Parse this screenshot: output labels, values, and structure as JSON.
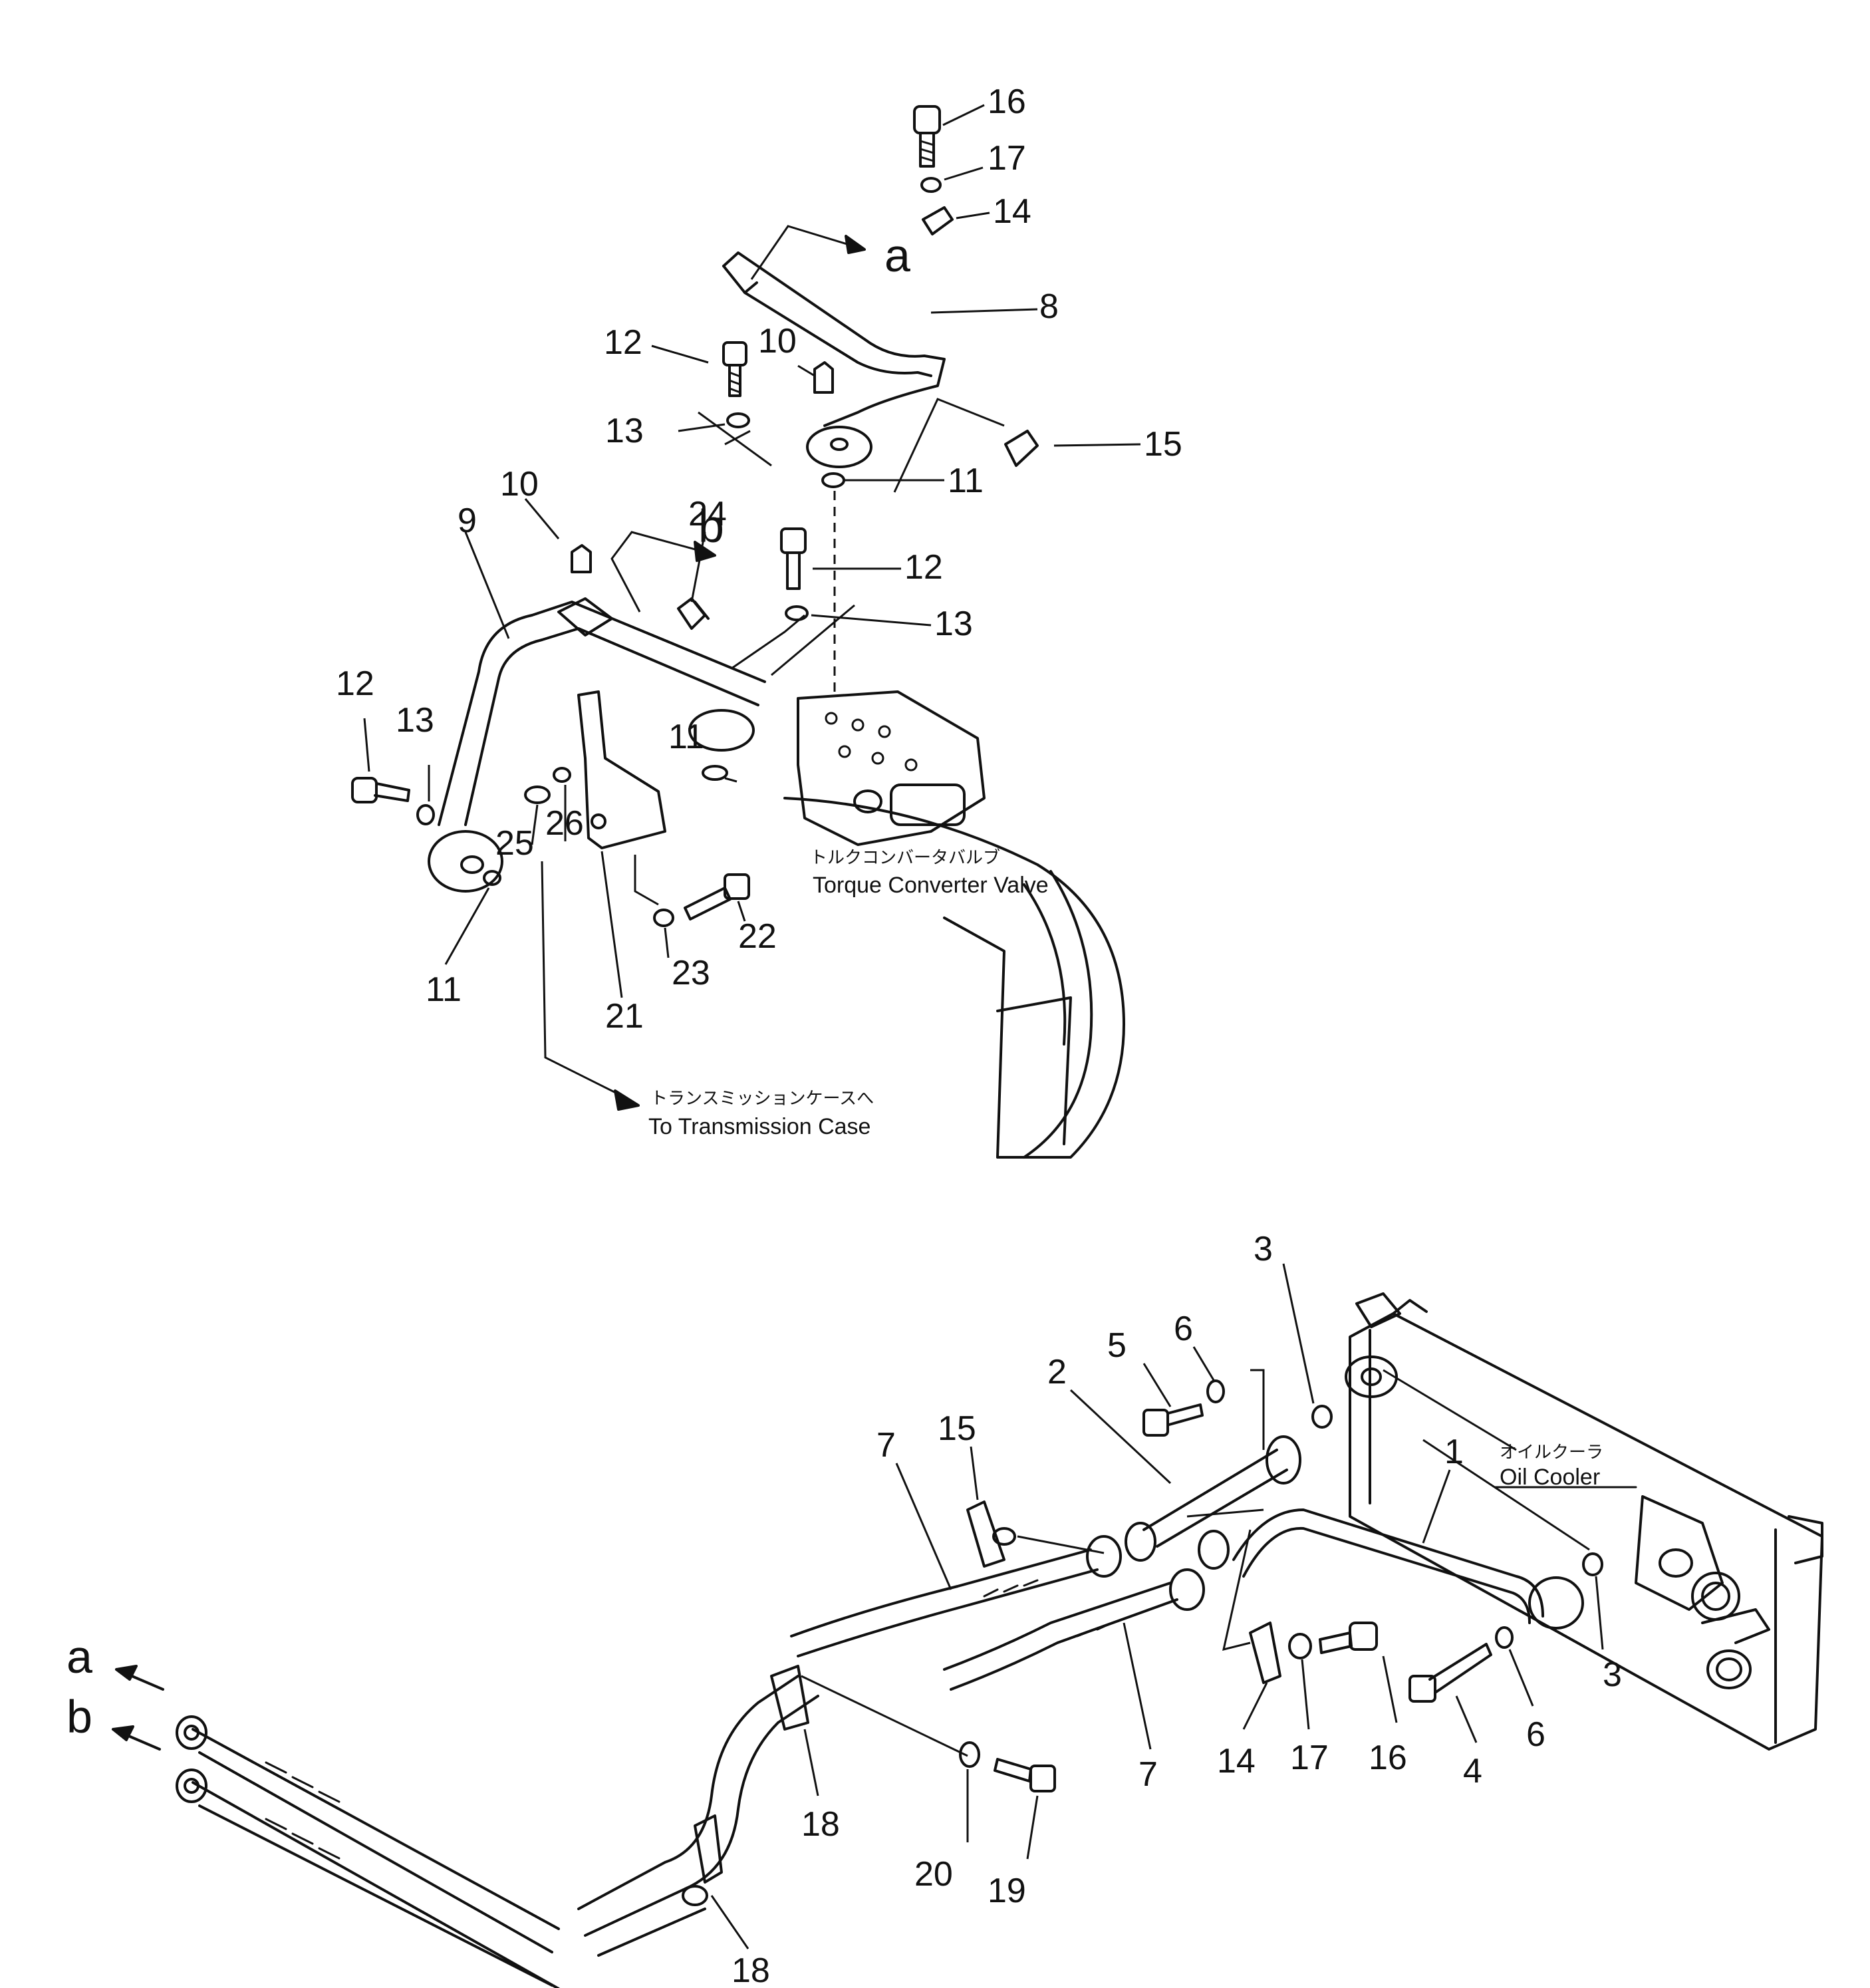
{
  "callouts": {
    "c16_top": "16",
    "c17_top": "17",
    "c14_top": "14",
    "c8": "8",
    "c10_top": "10",
    "c12_top": "12",
    "c13_top": "13",
    "c15_top": "15",
    "c11_top": "11",
    "c12_mid": "12",
    "c13_mid": "13",
    "c10_mid": "10",
    "c9": "9",
    "c24": "24",
    "c12_left": "12",
    "c13_left": "13",
    "c11_mid": "11",
    "c25": "25",
    "c26": "26",
    "c22": "22",
    "c23": "23",
    "c11_bot": "11",
    "c21": "21",
    "c3_top": "3",
    "c6_top": "6",
    "c5": "5",
    "c2": "2",
    "c15_bot": "15",
    "c7_left": "7",
    "c1": "1",
    "c3_bot": "3",
    "c6_bot": "6",
    "c4": "4",
    "c16_bot": "16",
    "c17_bot": "17",
    "c14_bot": "14",
    "c7_right": "7",
    "c18_mid": "18",
    "c20": "20",
    "c19": "19",
    "c18_bot": "18"
  },
  "letters": {
    "a_top": "a",
    "b_top": "b",
    "a_bot": "a",
    "b_bot": "b"
  },
  "captions": {
    "torque_jp": "トルクコンバータバルブ",
    "torque_en": "Torque  Converter  Valve",
    "transmission_jp": "トランスミッションケースへ",
    "transmission_en": "To  Transmission  Case",
    "cooler_jp": "オイルクーラ",
    "cooler_en": "Oil  Cooler"
  }
}
